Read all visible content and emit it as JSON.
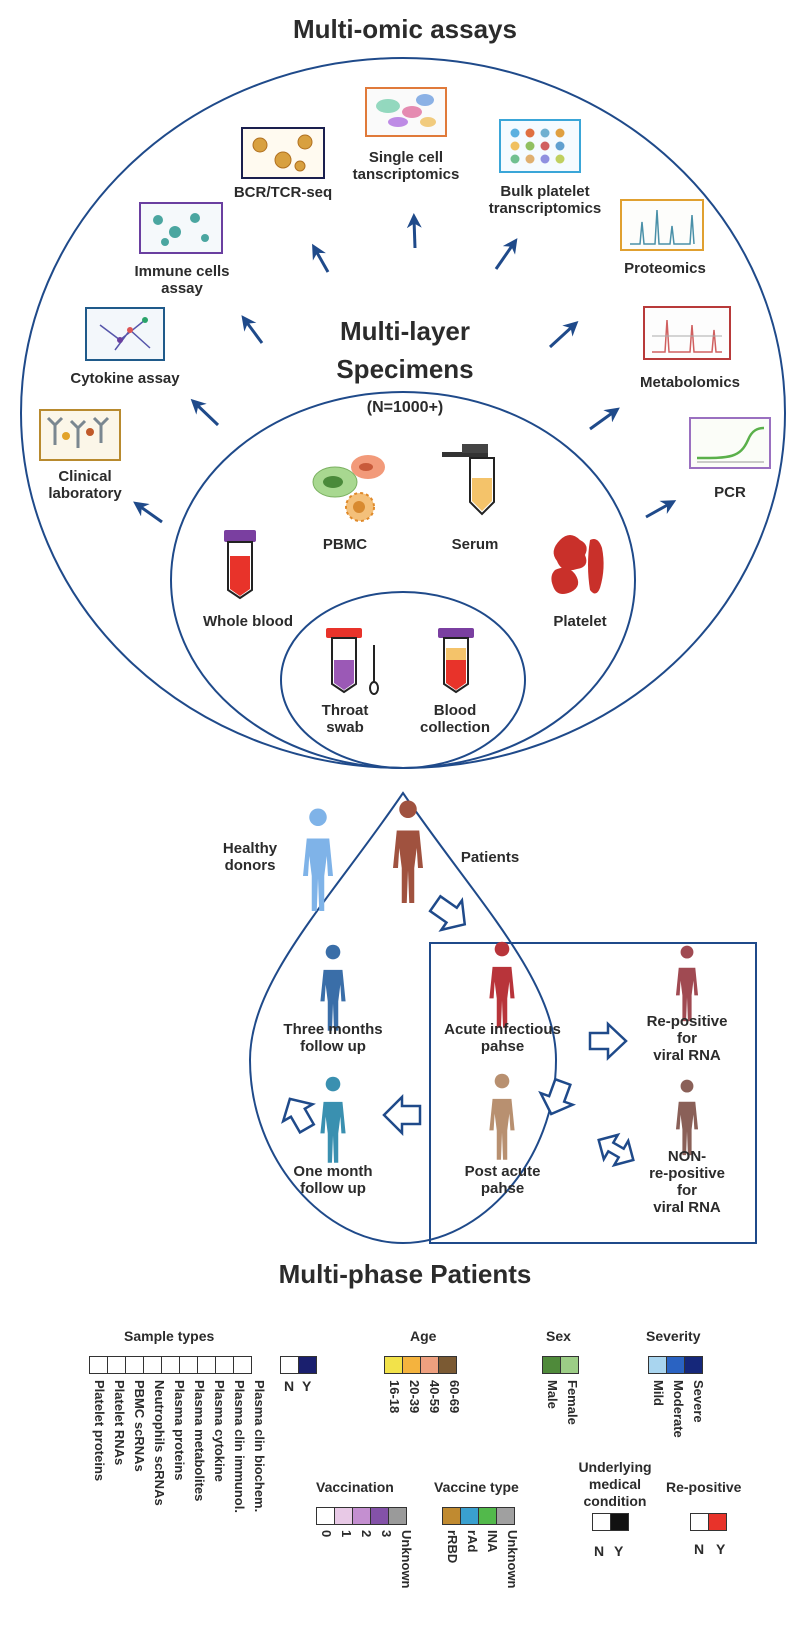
{
  "titles": {
    "top": "Multi-omic assays",
    "middle_line1": "Multi-layer",
    "middle_line2": "Specimens",
    "count": "(N=1000+)",
    "bottom": "Multi-phase Patients"
  },
  "assays": {
    "clinical": [
      "Clinical",
      "laboratory"
    ],
    "cytokine": "Cytokine assay",
    "immune": [
      "Immune cells",
      "assay"
    ],
    "bcr": "BCR/TCR-seq",
    "single_cell": [
      "Single cell",
      "tanscriptomics"
    ],
    "bulk": [
      "Bulk platelet",
      "transcriptomics"
    ],
    "proteomics": "Proteomics",
    "metabolomics": "Metabolomics",
    "pcr": "PCR"
  },
  "specimens": {
    "pbmc": "PBMC",
    "serum": "Serum",
    "whole_blood": "Whole blood",
    "platelet": "Platelet",
    "throat": [
      "Throat",
      "swab"
    ],
    "blood": [
      "Blood",
      "collection"
    ]
  },
  "people": {
    "healthy": [
      "Healthy",
      "donors"
    ],
    "patients": "Patients",
    "three_months": [
      "Three months",
      "follow up"
    ],
    "one_month": [
      "One month",
      "follow up"
    ],
    "acute": [
      "Acute infectious",
      "pahse"
    ],
    "post": [
      "Post acute",
      "pahse"
    ],
    "repositive": [
      "Re-positive",
      "for",
      "viral RNA"
    ],
    "non_repositive": [
      "NON-",
      "re-positive",
      "for",
      "viral RNA"
    ]
  },
  "legend": {
    "sample_types_title": "Sample types",
    "sample_types": [
      "Platelet proteins",
      "Platelet RNAs",
      "PBMC scRNAs",
      "Neutrophils scRNAs",
      "Plasma proteins",
      "Plasma metabolites",
      "Plasma cytokine",
      "Plasma clin immunol.",
      "Plasma clin biochem."
    ],
    "sample_n": "N",
    "sample_y": "Y",
    "age_title": "Age",
    "age": [
      "16-18",
      "20-39",
      "40-59",
      "60-69"
    ],
    "age_colors": [
      "#f2e24a",
      "#f4b33e",
      "#eea07f",
      "#7b5a33"
    ],
    "sex_title": "Sex",
    "sex": [
      "Male",
      "Female"
    ],
    "sex_colors": [
      "#4f8a3a",
      "#9ccd86"
    ],
    "severity_title": "Severity",
    "severity": [
      "Mild",
      "Moderate",
      "Severe"
    ],
    "severity_colors": [
      "#a9d5ef",
      "#2a63c2",
      "#15277a"
    ],
    "vaccination_title": "Vaccination",
    "vaccination": [
      "0",
      "1",
      "2",
      "3",
      "Unknown"
    ],
    "vaccination_colors": [
      "#ffffff",
      "#e8c9e6",
      "#c48fd0",
      "#8452a8",
      "#9a9a9a"
    ],
    "vaccine_type_title": "Vaccine type",
    "vaccine_type": [
      "rRBD",
      "rAd",
      "INA",
      "Unknown"
    ],
    "vaccine_type_colors": [
      "#c08a30",
      "#3aa0cf",
      "#52b94b",
      "#a0a0a0"
    ],
    "underlying_title": [
      "Underlying",
      "medical",
      "condition"
    ],
    "underlying_n": "N",
    "underlying_y": "Y",
    "repositive_title": "Re-positive",
    "repositive_n": "N",
    "repositive_y": "Y",
    "accent_colors": {
      "diagram_blue": "#1f4a8a",
      "yes_navy": "#1a1f6e",
      "yes_black": "#111111",
      "yes_red": "#e8332a"
    }
  }
}
